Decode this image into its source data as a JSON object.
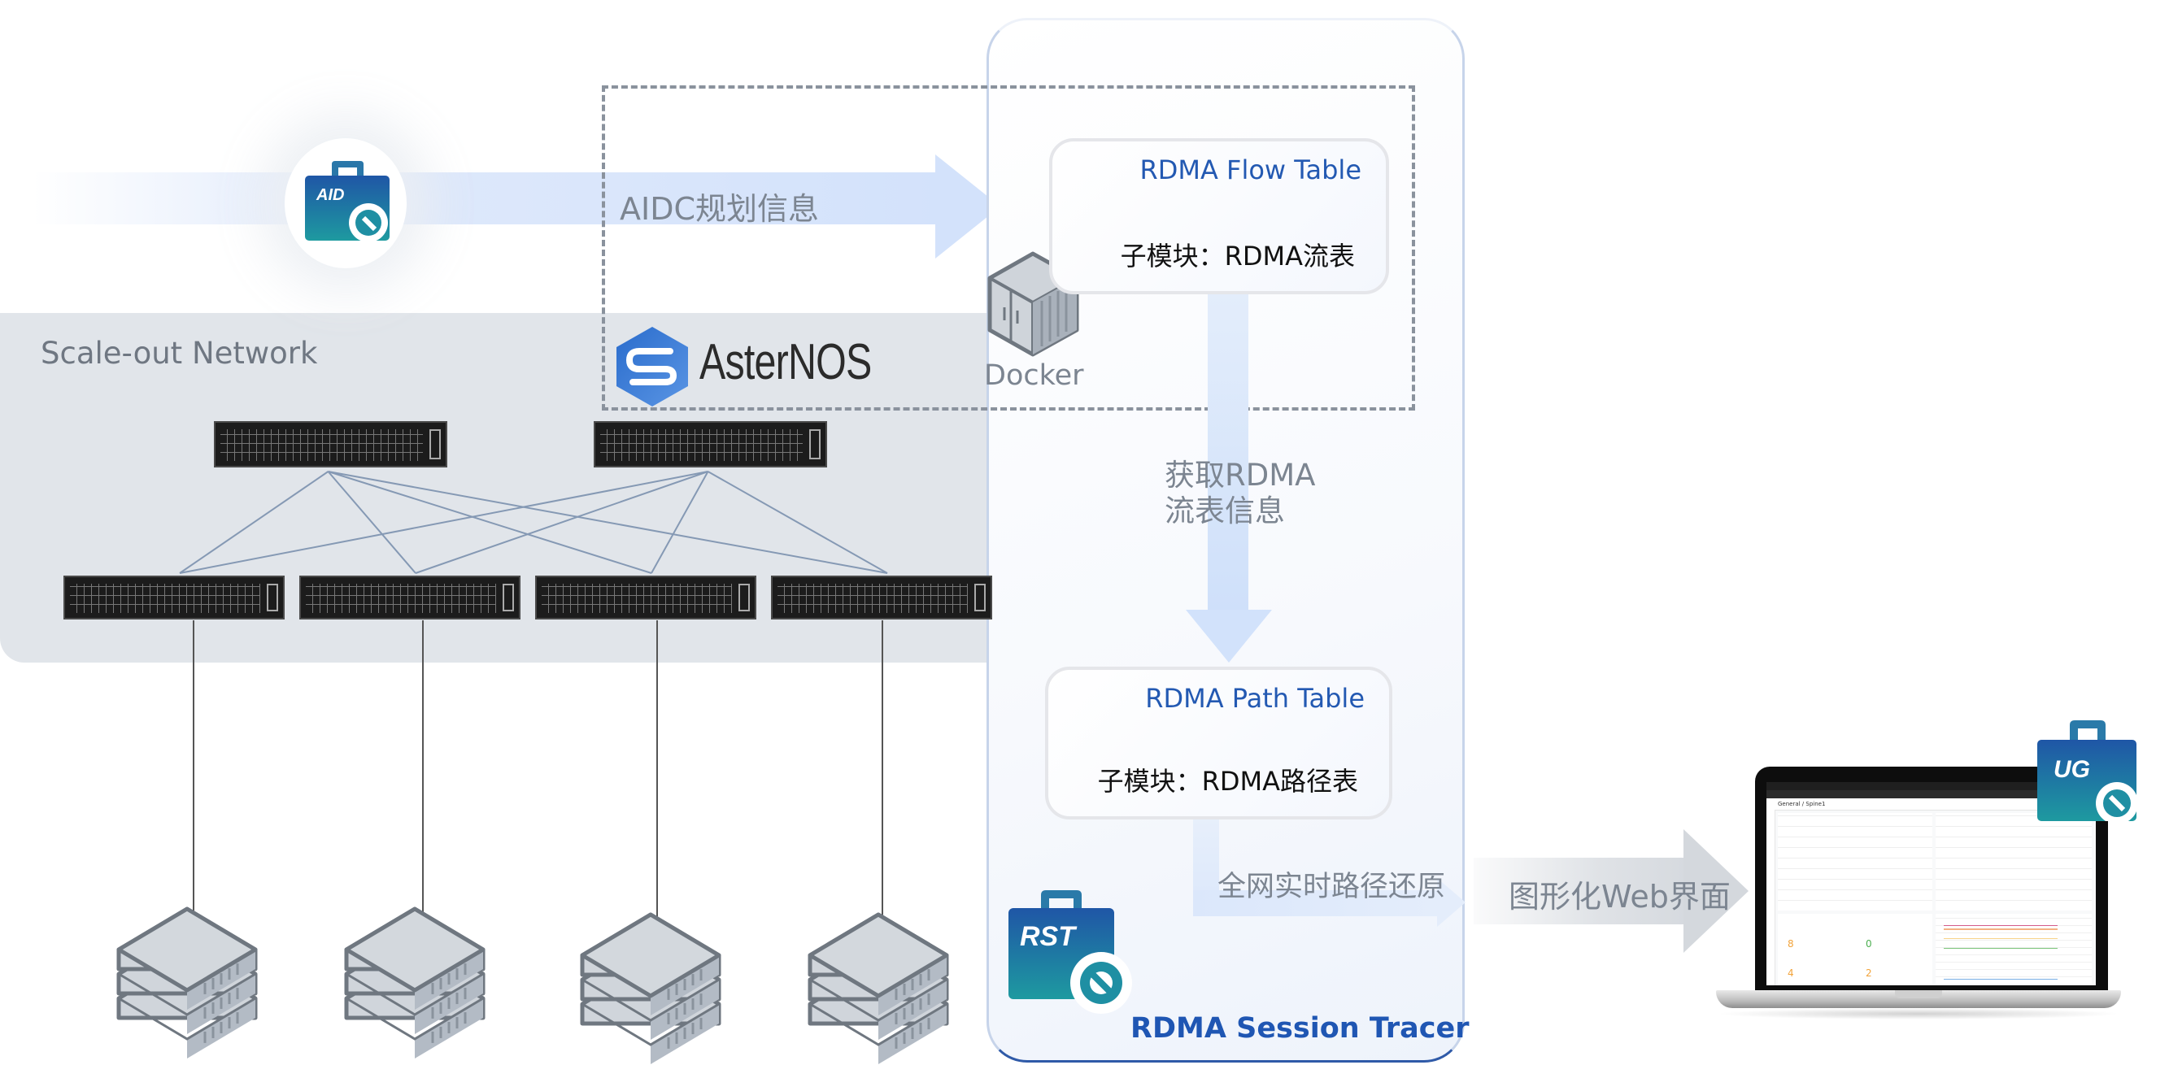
{
  "scale_out": {
    "title": "Scale-out Network",
    "spine_switches": [
      "spine-1",
      "spine-2"
    ],
    "leaf_switches": [
      "leaf-1",
      "leaf-2",
      "leaf-3",
      "leaf-4"
    ],
    "servers": [
      "server-1",
      "server-2",
      "server-3",
      "server-4"
    ]
  },
  "aid": {
    "icon_label": "AID",
    "arrow_label": "AIDC规划信息"
  },
  "asternos": {
    "logo_text": "AsterNOS"
  },
  "docker": {
    "label": "Docker"
  },
  "rst": {
    "icon_label": "RST",
    "name": "RDMA Session Tracer",
    "flow_table": {
      "title": "RDMA Flow Table",
      "subtitle": "子模块：RDMA流表"
    },
    "fetch_label_line1": "获取RDMA",
    "fetch_label_line2": "流表信息",
    "path_table": {
      "title": "RDMA Path Table",
      "subtitle": "子模块：RDMA路径表"
    },
    "restore_label": "全网实时路径还原"
  },
  "web": {
    "arrow_label": "图形化Web界面",
    "icon_label": "UG",
    "screen": {
      "breadcrumb": "General / Spine1",
      "gauges": [
        "8",
        "0",
        "4",
        "2"
      ]
    }
  },
  "colors": {
    "accent_blue": "#2359b2",
    "label_grey": "#7c8591",
    "panel_grey": "#e1e5ea",
    "icon_gradient_top": "#1f56a6",
    "icon_gradient_bottom": "#1e9aa0"
  }
}
